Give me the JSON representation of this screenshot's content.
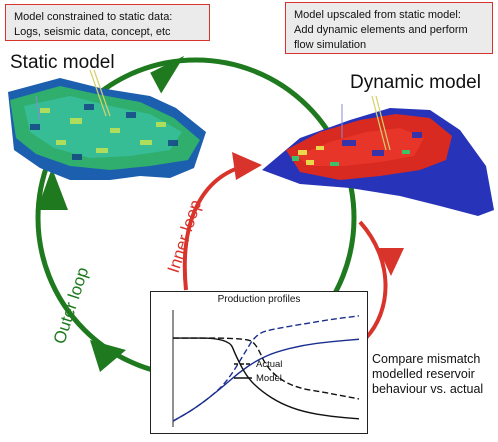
{
  "notes": {
    "static": [
      "Model constrained to static data:",
      "Logs, seismic data, concept, etc"
    ],
    "dynamic": [
      "Model upscaled from static model:",
      "Add dynamic elements and perform",
      "flow simulation"
    ]
  },
  "titles": {
    "static_model": "Static model",
    "dynamic_model": "Dynamic model"
  },
  "loops": {
    "outer": "Outer loop",
    "inner": "Inner loop"
  },
  "colors": {
    "outer_loop": "#1f7a1f",
    "inner_loop": "#d9342b",
    "note_border": "#d9342b",
    "note_fill": "#ebebeb"
  },
  "chart": {
    "title": "Production profiles",
    "legend": {
      "actual": "Actual",
      "model": "Model"
    }
  },
  "chart_data": {
    "type": "line",
    "title": "Production profiles",
    "xlabel": "",
    "ylabel": "",
    "series": [
      {
        "name": "Actual",
        "style": "dashed",
        "color": "#1c2f8f",
        "kind": "rising",
        "x": [
          0,
          0.12,
          0.25,
          0.32,
          0.38,
          0.45,
          0.55,
          0.7,
          0.85,
          1.0
        ],
        "y": [
          0.05,
          0.16,
          0.32,
          0.46,
          0.62,
          0.8,
          0.84,
          0.88,
          0.92,
          0.95
        ]
      },
      {
        "name": "Model",
        "style": "solid",
        "color": "#1c2f8f",
        "kind": "rising",
        "x": [
          0,
          0.12,
          0.25,
          0.35,
          0.45,
          0.55,
          0.7,
          0.85,
          1.0
        ],
        "y": [
          0.05,
          0.16,
          0.32,
          0.46,
          0.57,
          0.64,
          0.7,
          0.73,
          0.75
        ]
      },
      {
        "name": "Actual",
        "style": "dashed",
        "color": "#111111",
        "kind": "declining",
        "x": [
          0,
          0.4,
          0.45,
          0.5,
          0.58,
          0.68,
          0.8,
          0.9,
          1.0
        ],
        "y": [
          0.76,
          0.76,
          0.7,
          0.52,
          0.4,
          0.33,
          0.3,
          0.27,
          0.24
        ]
      },
      {
        "name": "Model",
        "style": "solid",
        "color": "#111111",
        "kind": "declining",
        "x": [
          0,
          0.3,
          0.34,
          0.4,
          0.48,
          0.58,
          0.7,
          0.85,
          1.0
        ],
        "y": [
          0.76,
          0.76,
          0.6,
          0.42,
          0.3,
          0.2,
          0.13,
          0.09,
          0.07
        ]
      }
    ],
    "grid": false
  },
  "caption": [
    "Compare mismatch",
    "modelled reservoir",
    "behaviour vs. actual"
  ]
}
